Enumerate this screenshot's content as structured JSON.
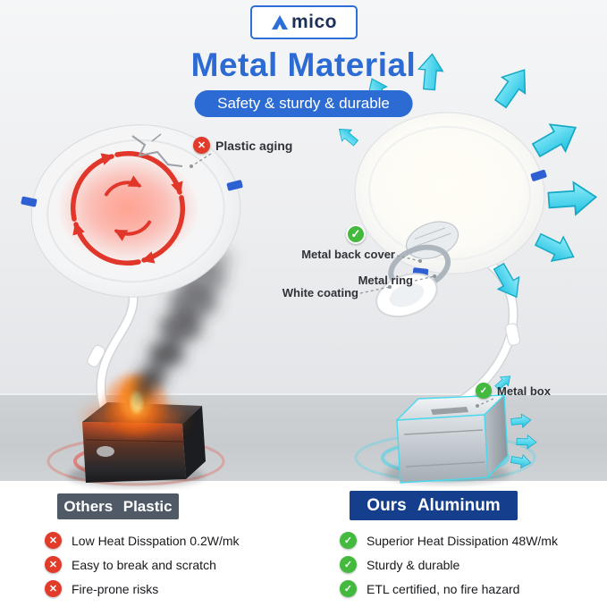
{
  "brand": {
    "name": "Amico",
    "wordmark_rest": "mico"
  },
  "header": {
    "title": "Metal Material",
    "subtitle": "Safety & sturdy & durable"
  },
  "comparison": {
    "left": {
      "callout": "Plastic aging",
      "bar_label": "Others Plastic",
      "bullets": [
        "Low Heat Disspation 0.2W/mk",
        "Easy to break and scratch",
        "Fire-prone risks"
      ]
    },
    "right": {
      "callouts": {
        "back_cover": "Metal back cover",
        "ring": "Metal ring",
        "coating": "White coating",
        "box": "Metal box"
      },
      "bar_label": "Ours Aluminum",
      "bullets": [
        "Superior Heat Dissipation 48W/mk",
        "Sturdy & durable",
        "ETL certified, no fire hazard"
      ]
    }
  },
  "colors": {
    "accent_blue": "#2b6bd3",
    "navy": "#153f8c",
    "slate": "#4f5a66",
    "red": "#e23b2a",
    "green": "#43b93e",
    "cyan": "#36d0ea"
  }
}
